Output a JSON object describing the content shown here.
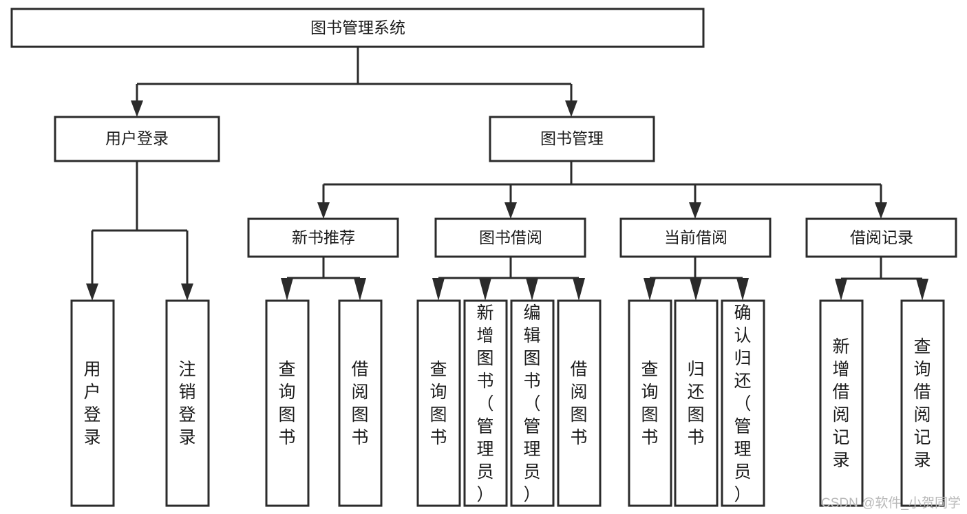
{
  "diagram": {
    "title": "图书管理系统",
    "type": "tree-hierarchy-chart",
    "watermark": "CSDN @软件_小贺同学",
    "colors": {
      "stroke": "#2b2b2b",
      "fill": "#ffffff",
      "text": "#1c1c1c",
      "watermark": "#b9b9b9"
    },
    "root": {
      "label": "图书管理系统",
      "orientation": "horizontal"
    },
    "level2": [
      {
        "label": "用户登录",
        "orientation": "horizontal"
      },
      {
        "label": "图书管理",
        "orientation": "horizontal"
      }
    ],
    "level3": [
      {
        "label": "新书推荐",
        "orientation": "horizontal"
      },
      {
        "label": "图书借阅",
        "orientation": "horizontal"
      },
      {
        "label": "当前借阅",
        "orientation": "horizontal"
      },
      {
        "label": "借阅记录",
        "orientation": "horizontal"
      }
    ],
    "leaves": {
      "user_login": [
        {
          "label": "用户登录",
          "orientation": "vertical"
        },
        {
          "label": "注销登录",
          "orientation": "vertical"
        }
      ],
      "new_book_recommend": [
        {
          "label": "查询图书",
          "orientation": "vertical"
        },
        {
          "label": "借阅图书",
          "orientation": "vertical"
        }
      ],
      "book_borrow": [
        {
          "label": "查询图书",
          "orientation": "vertical"
        },
        {
          "label": "新增图书（管理员）",
          "orientation": "vertical"
        },
        {
          "label": "编辑图书（管理员）",
          "orientation": "vertical"
        },
        {
          "label": "借阅图书",
          "orientation": "vertical"
        }
      ],
      "current_borrow": [
        {
          "label": "查询图书",
          "orientation": "vertical"
        },
        {
          "label": "归还图书",
          "orientation": "vertical"
        },
        {
          "label": "确认归还（管理员）",
          "orientation": "vertical"
        }
      ],
      "borrow_record": [
        {
          "label": "新增借阅记录",
          "orientation": "vertical"
        },
        {
          "label": "查询借阅记录",
          "orientation": "vertical"
        }
      ]
    }
  }
}
